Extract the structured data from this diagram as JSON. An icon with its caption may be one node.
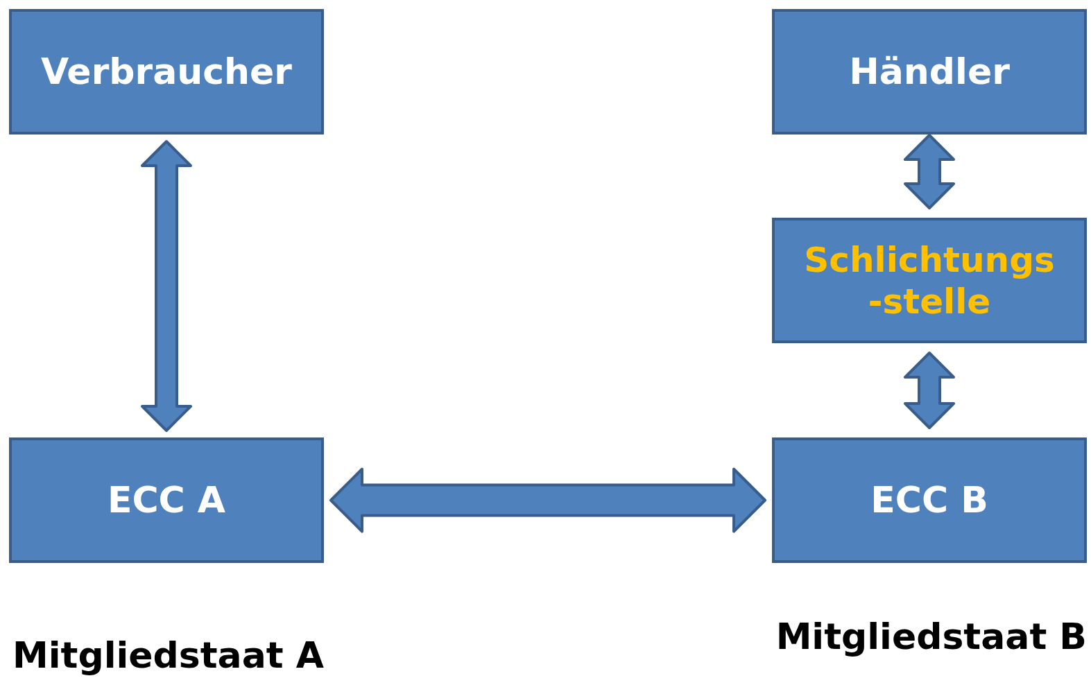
{
  "diagram": {
    "nodes": [
      {
        "text": [
          "Verbraucher"
        ]
      },
      {
        "text": [
          "ECC A"
        ]
      },
      {
        "text": [
          "Händler"
        ]
      },
      {
        "text": [
          "Schlichtungs -stelle"
        ]
      },
      {
        "text": [
          "ECC B"
        ]
      }
    ],
    "edges": [
      {
        "from": 0,
        "to": 1,
        "arrow": "both"
      },
      {
        "from": 2,
        "to": 3,
        "arrow": "both"
      },
      {
        "from": 3,
        "to": 4,
        "arrow": "both"
      },
      {
        "from": 1,
        "to": 4,
        "arrow": "both"
      }
    ],
    "labels": [
      "Mitgliedstaat A",
      "Mitgliedstaat B"
    ]
  }
}
